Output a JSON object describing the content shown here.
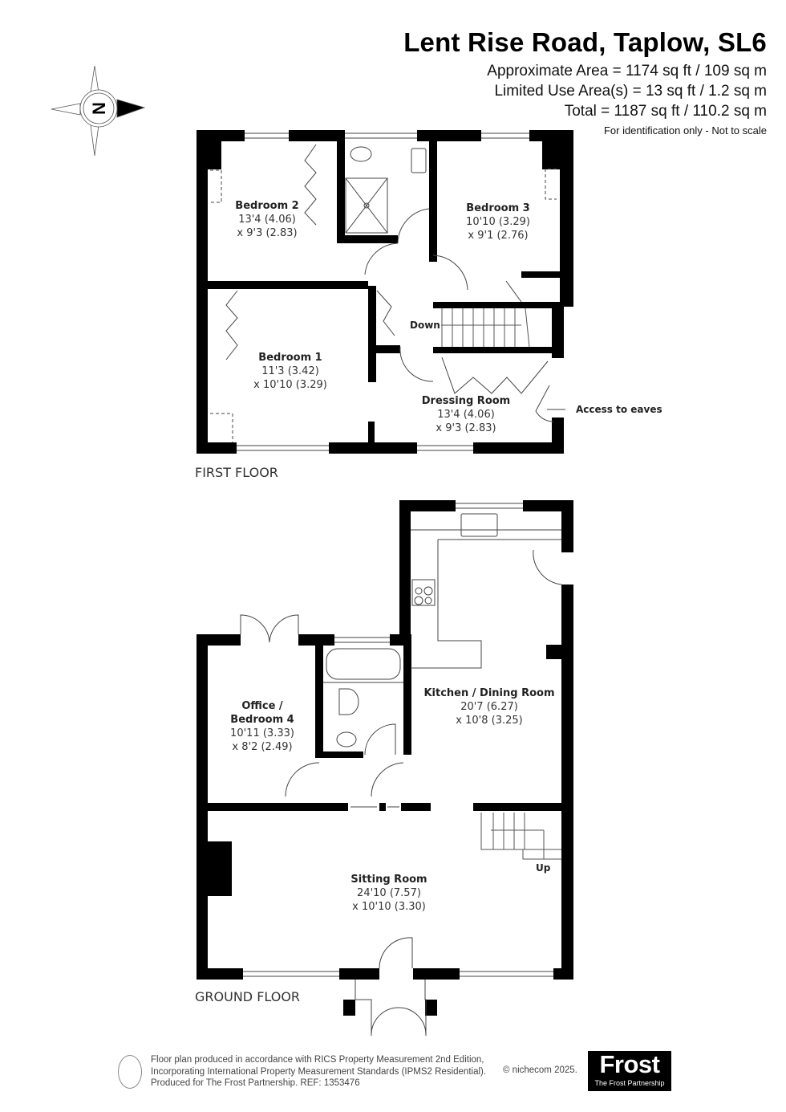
{
  "header": {
    "title": "Lent Rise Road, Taplow, SL6",
    "approx_area": "Approximate Area = 1174 sq ft / 109 sq m",
    "limited_use_area": "Limited Use Area(s) = 13 sq ft / 1.2 sq m",
    "total": "Total = 1187 sq ft / 110.2 sq m",
    "note": "For identification only - Not to scale"
  },
  "compass": {
    "letter": "N",
    "icon": "compass-rose-icon"
  },
  "first_floor": {
    "label": "FIRST FLOOR",
    "rooms": [
      {
        "name": "Bedroom 2",
        "dim1": "13'4 (4.06)",
        "dim2": "x 9'3 (2.83)"
      },
      {
        "name": "Bedroom 3",
        "dim1": "10'10 (3.29)",
        "dim2": "x 9'1 (2.76)"
      },
      {
        "name": "Bedroom 1",
        "dim1": "11'3 (3.42)",
        "dim2": "x 10'10 (3.29)"
      },
      {
        "name": "Dressing Room",
        "dim1": "13'4 (4.06)",
        "dim2": "x 9'3 (2.83)"
      }
    ],
    "stairs_label": "Down",
    "eaves_label": "Access to eaves"
  },
  "ground_floor": {
    "label": "GROUND FLOOR",
    "rooms": [
      {
        "name": "Kitchen / Dining Room",
        "dim1": "20'7 (6.27)",
        "dim2": "x 10'8 (3.25)"
      },
      {
        "name_line1": "Office /",
        "name_line2": "Bedroom 4",
        "dim1": "10'11 (3.33)",
        "dim2": "x 8'2 (2.49)"
      },
      {
        "name": "Sitting Room",
        "dim1": "24'10 (7.57)",
        "dim2": "x 10'10 (3.30)"
      }
    ],
    "stairs_label": "Up"
  },
  "footer": {
    "line1": "Floor plan produced in accordance with RICS Property Measurement 2nd Edition,",
    "line2": "Incorporating International Property Measurement Standards (IPMS2 Residential).",
    "line3": "Produced for The Frost Partnership.   REF:  1353476",
    "copyright": "© nichecom 2025.",
    "logo_main": "Frost",
    "logo_sub": "The Frost Partnership"
  }
}
